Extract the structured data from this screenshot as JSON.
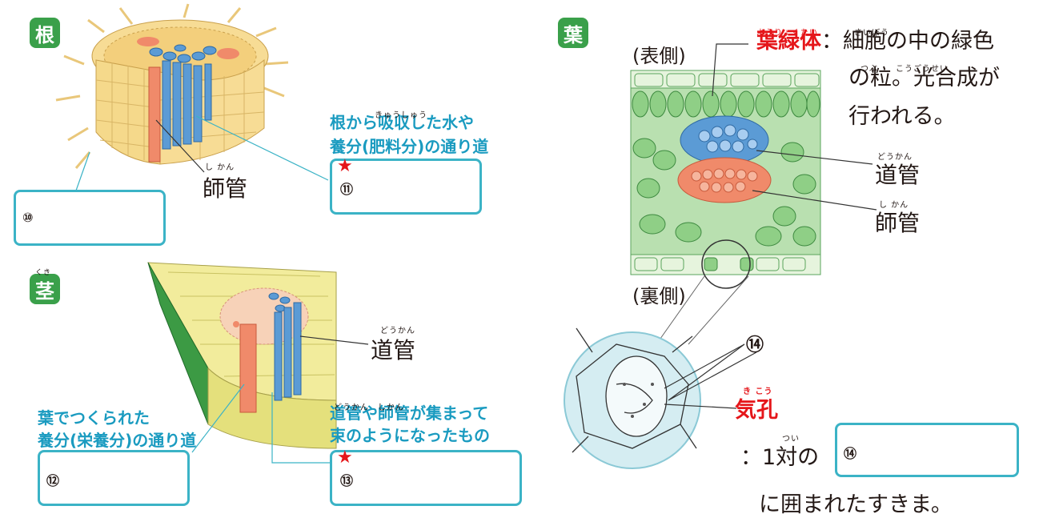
{
  "colors": {
    "accent": "#3bb3c6",
    "badge": "#3aa04a",
    "red": "#e5161a",
    "xylem": "#5b9bd5",
    "phloem": "#f08a6a",
    "cell": "#f5d98b"
  },
  "root": {
    "badge": "根",
    "phloem_label": "師管",
    "phloem_ruby": "し かん",
    "xylem_desc_1": "根から吸収した水や",
    "xylem_desc_ruby": "きゅうしゅう",
    "xylem_desc_2": "養分(肥料分)の通り道",
    "answer10": "⑩",
    "answer11": "⑪"
  },
  "stem": {
    "badge": "茎",
    "badge_ruby": "くき",
    "xylem_label": "道管",
    "xylem_ruby": "どうかん",
    "phloem_desc_1": "葉でつくられた",
    "phloem_desc_2": "養分(栄養分)の通り道",
    "bundle_desc_1": "道管や師管が集まって",
    "bundle_desc_ruby": "どうかん　しかん",
    "bundle_desc_2": "束のようになったもの",
    "answer12": "⑫",
    "answer13": "⑬"
  },
  "leaf": {
    "badge": "葉",
    "upper_side": "(表側)",
    "lower_side": "(裏側)",
    "chloroplast_term": "葉緑体",
    "chloroplast_ruby": "ようりょくたい",
    "chloroplast_desc_1": "：細胞の中の緑色",
    "chloroplast_desc_ruby1": "さいぼう",
    "chloroplast_desc_2": "の粒。光合成が",
    "chloroplast_desc_ruby2": "つぶ　　こうごうせい",
    "chloroplast_desc_3": "行われる。",
    "xylem_label": "道管",
    "xylem_ruby": "どうかん",
    "phloem_label": "師管",
    "phloem_ruby": "し かん",
    "guard_num": "⑭",
    "stoma_term": "気孔",
    "stoma_ruby": "き こう",
    "stoma_desc_1": "：1対の",
    "stoma_desc_ruby": "つい",
    "answer14": "⑭",
    "stoma_desc_2": "に囲まれたすきま。"
  }
}
